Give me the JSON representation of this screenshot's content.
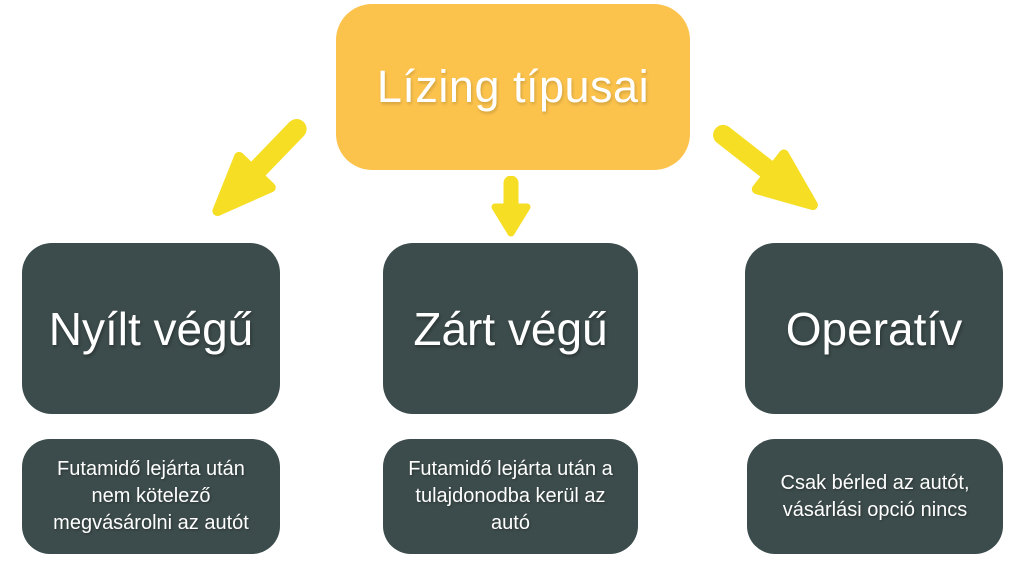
{
  "diagram": {
    "title": "Lízing típusai",
    "branches": [
      {
        "label": "Nyílt végű",
        "description": "Futamidő lejárta után nem kötelező megvásárolni az autót"
      },
      {
        "label": "Zárt végű",
        "description": "Futamidő lejárta után a tulajdonodba kerül az autó"
      },
      {
        "label": "Operatív",
        "description": "Csak bérled az autót, vásárlási opció nincs"
      }
    ],
    "icons": [
      "down-left-arrow-icon",
      "down-arrow-icon",
      "down-right-arrow-icon"
    ],
    "colors": {
      "background": "#ffffff",
      "title_box": "#FCC34C",
      "arrow": "#F5DE23",
      "branch_box": "#3C4B4B",
      "text": "#ffffff"
    }
  }
}
